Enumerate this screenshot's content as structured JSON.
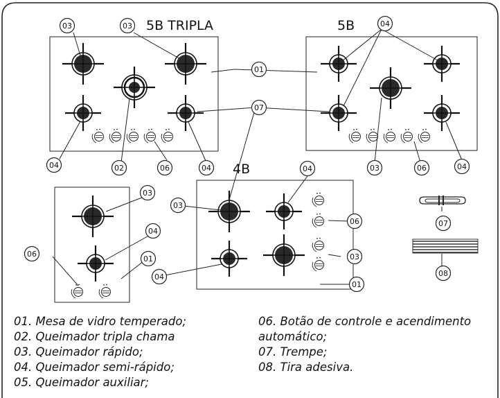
{
  "titles": {
    "five_b_tripla": "5B TRIPLA",
    "five_b": "5B",
    "four_b": "4B"
  },
  "numbers": [
    "01",
    "02",
    "03",
    "04",
    "05",
    "06",
    "07",
    "08"
  ],
  "legend_left": [
    "01. Mesa de vidro temperado;",
    "02. Queimador tripla chama",
    "03. Queimador rápido;",
    "04. Queimador semi-rápido;",
    "05. Queimador auxiliar;"
  ],
  "legend_right": [
    "06. Botão de controle e acendimento",
    "automático;",
    "07. Trempe;",
    "08. Tira adesiva."
  ]
}
